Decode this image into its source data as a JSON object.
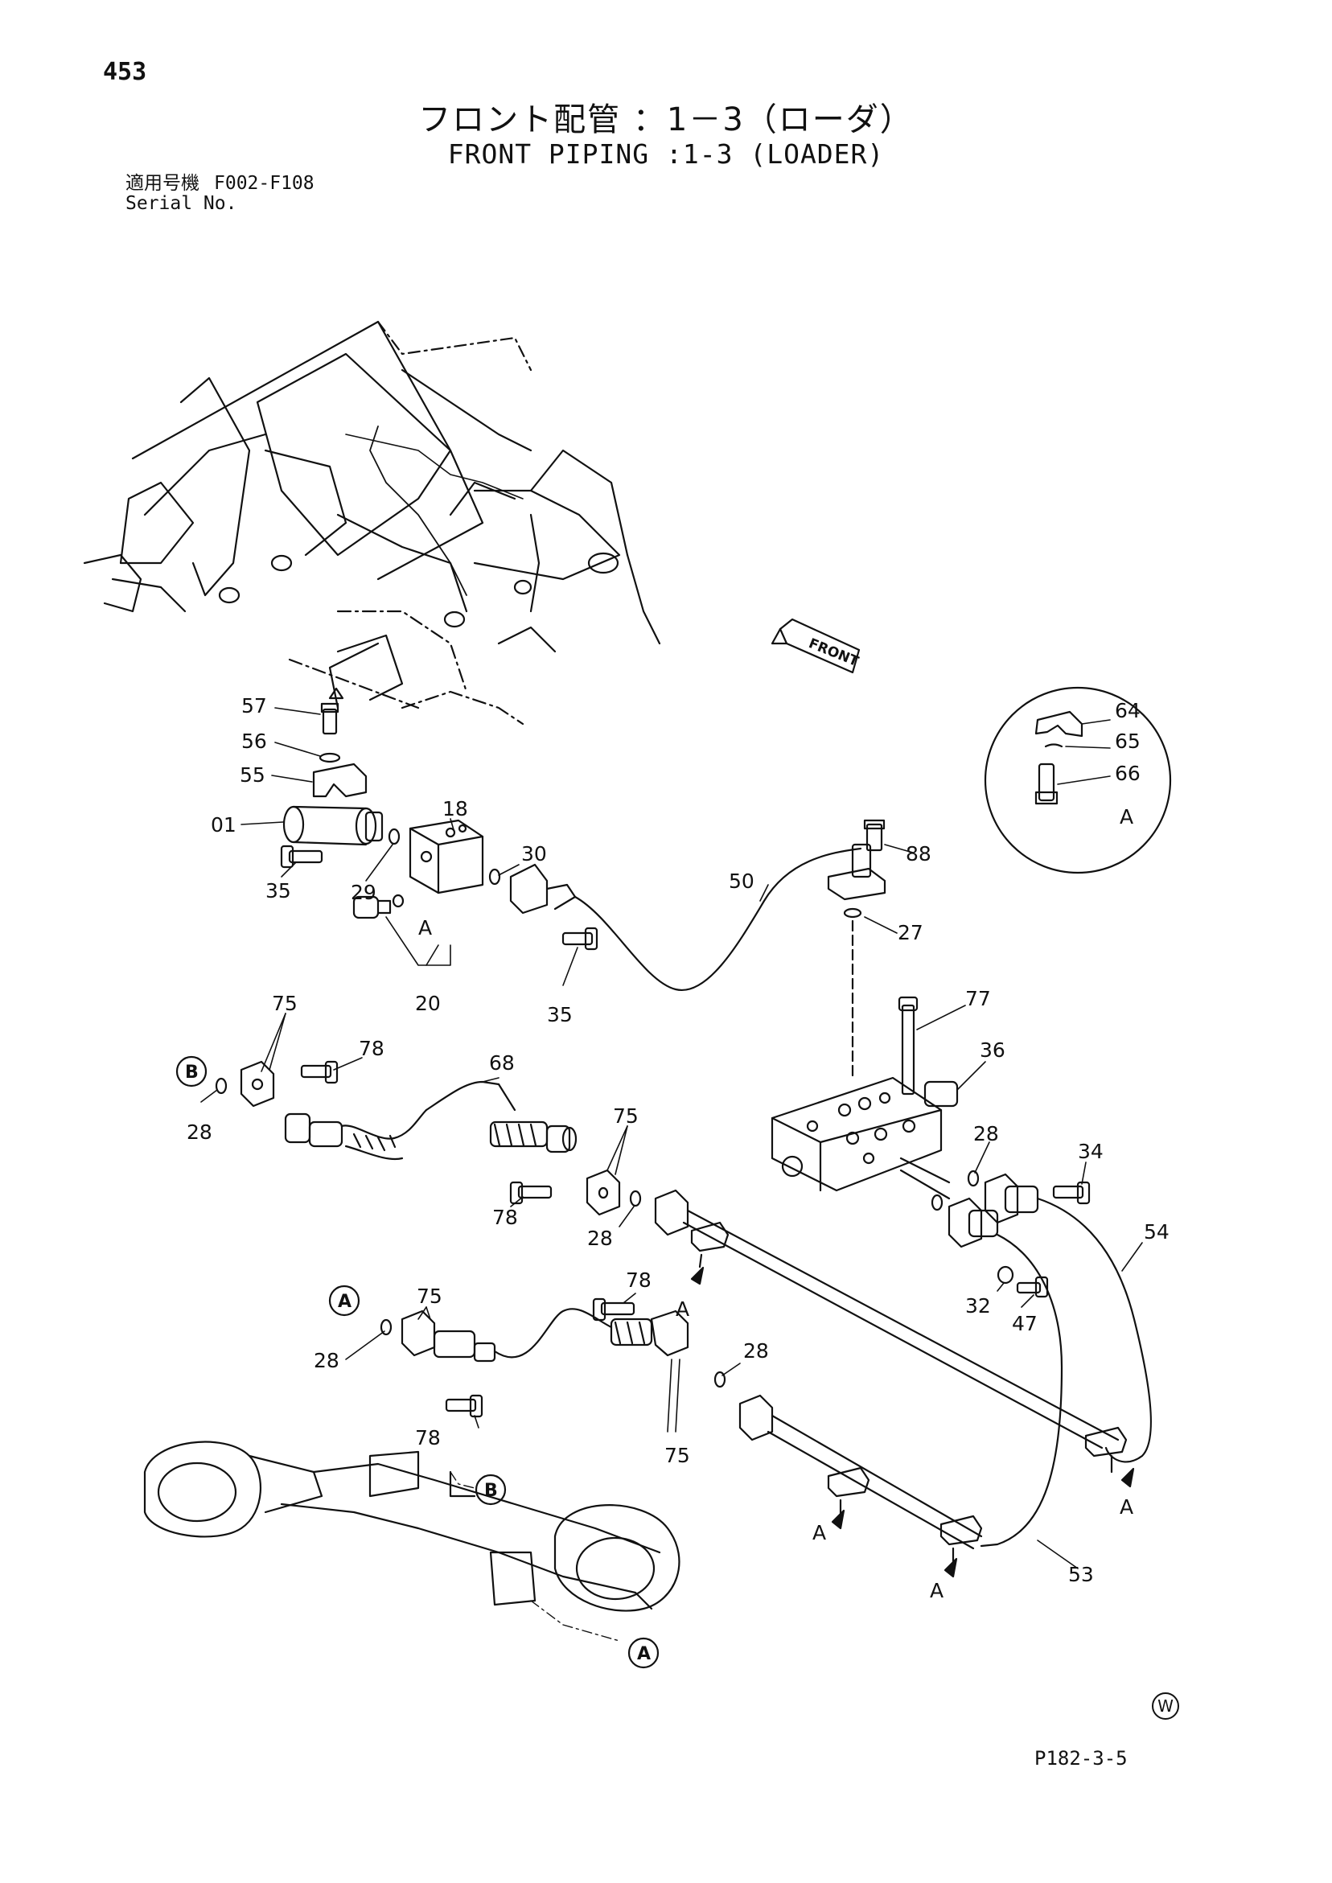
{
  "header": {
    "page_number": "453",
    "title_jp": "フロント配管 ：1－3（ローダ）",
    "title_en": "FRONT PIPING :1-3 (LOADER)",
    "serial_label_jp": "適用号機",
    "serial_value": "F002-F108",
    "serial_label_en": "Serial No."
  },
  "diagram": {
    "front_arrow": "FRONT",
    "callouts": {
      "c57": "57",
      "c56": "56",
      "c55": "55",
      "c01": "01",
      "c35a": "35",
      "c29": "29",
      "c18": "18",
      "c30": "30",
      "cA1": "A",
      "c20": "20",
      "c35b": "35",
      "c50": "50",
      "c88": "88",
      "c27": "27",
      "c64": "64",
      "c65": "65",
      "c66": "66",
      "cA2": "A",
      "c77": "77",
      "c36": "36",
      "c75a": "75",
      "c78a": "78",
      "c28a": "28",
      "c68": "68",
      "c75b": "75",
      "c78b": "78",
      "c28b": "28",
      "c28c": "28",
      "c34": "34",
      "c54": "54",
      "c32": "32",
      "c47": "47",
      "cA3": "A",
      "c75c": "75",
      "c78c": "78",
      "c28d": "28",
      "c28e": "28",
      "c78d": "78",
      "c75d": "75",
      "cA4": "A",
      "cA5": "A",
      "cA6": "A",
      "c53": "53"
    },
    "ref_markers": {
      "B_left": "B",
      "A_left": "A",
      "B_cyl": "B",
      "A_cyl": "A"
    }
  },
  "footer": {
    "w_mark": "W",
    "drawing_number": "P182-3-5"
  }
}
